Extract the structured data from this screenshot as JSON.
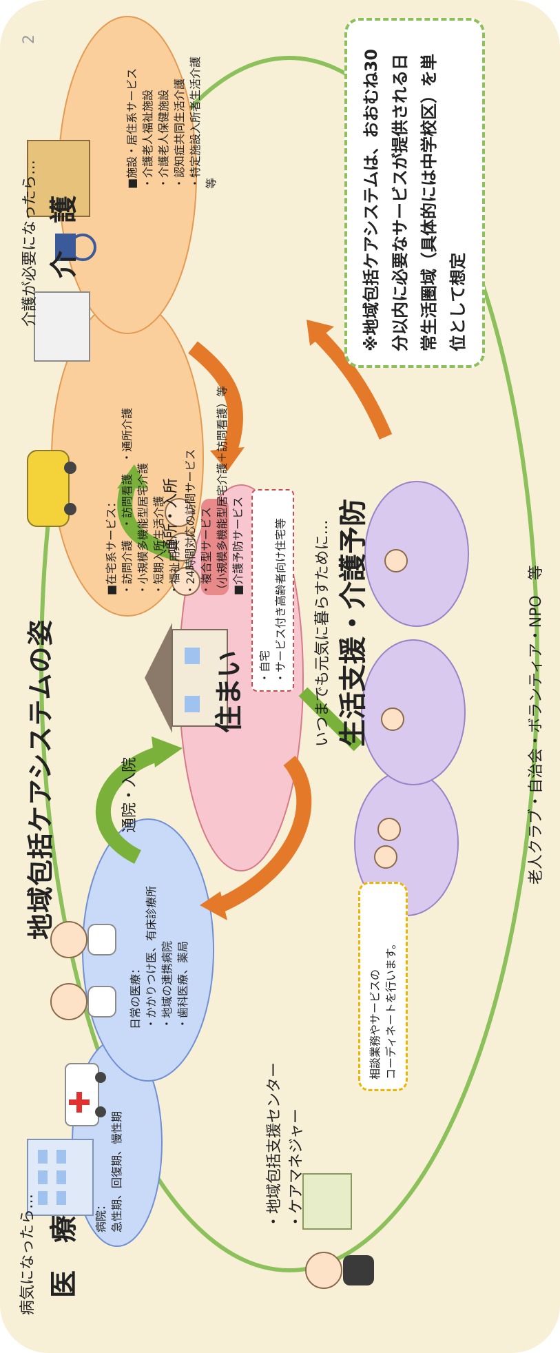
{
  "page_number": "2",
  "title": "地域包括ケアシステムの姿",
  "medical": {
    "trigger": "病気になったら…",
    "heading": "医　療",
    "hospital": [
      "病院：",
      "急性期、回復期、慢性期"
    ],
    "daily": [
      "日常の医療：",
      "・かかりつけ医、有床診療所",
      "・地域の連携病院",
      "・歯科医療、薬局"
    ],
    "flow": "通院・入院"
  },
  "care": {
    "trigger": "介護が必要になったら…",
    "heading": "介　護",
    "flow": "通所・入所",
    "home_services": [
      "■在宅系サービス：",
      "・訪問介護　・訪問看護　・通所介護",
      "・小規模多機能型居宅介護",
      "・短期入所生活介護",
      "・福祉用具",
      "・24時間対応の訪問サービス",
      "・複合型サービス",
      "（小規模多機能型居宅介護＋訪問看護）等",
      "■介護予防サービス"
    ],
    "facility_services": [
      "■施設・居住系サービス",
      "・介護老人福祉施設",
      "・介護老人保健施設",
      "・認知症共同生活介護",
      "・特定施設入所者生活介護",
      "等"
    ]
  },
  "housing": {
    "heading": "住まい",
    "items": [
      "・自宅",
      "・サービス付き高齢者向け住宅等"
    ]
  },
  "prevention": {
    "lead": "いつまでも元気に暮らすために…",
    "heading": "生活支援・介護予防",
    "actors": "老人クラブ・自治会・ボランティア・NPO　等"
  },
  "support_center": {
    "lines": [
      "・地域包括支援センター",
      "・ケアマネジャー"
    ],
    "bubble": [
      "相談業務やサービスの",
      "コーディネートを行います。"
    ]
  },
  "note": {
    "mark": "※",
    "lines": [
      "地域包括ケアシステムは、おおむね30",
      "分以内に必要なサービスが提供される日",
      "常生活圏域（具体的には中学校区）を単",
      "位として想定"
    ]
  },
  "colors": {
    "background": "#f7f0d6",
    "circle_line": "#8cc05a",
    "medical_ellipse": "#c9daf8",
    "care_ellipse": "#fbcf9c",
    "housing_ellipse": "#f7c6cf",
    "prevention_ellipse": "#d9c9ef",
    "arrow_green": "#79b13a",
    "arrow_orange": "#e4792a"
  }
}
